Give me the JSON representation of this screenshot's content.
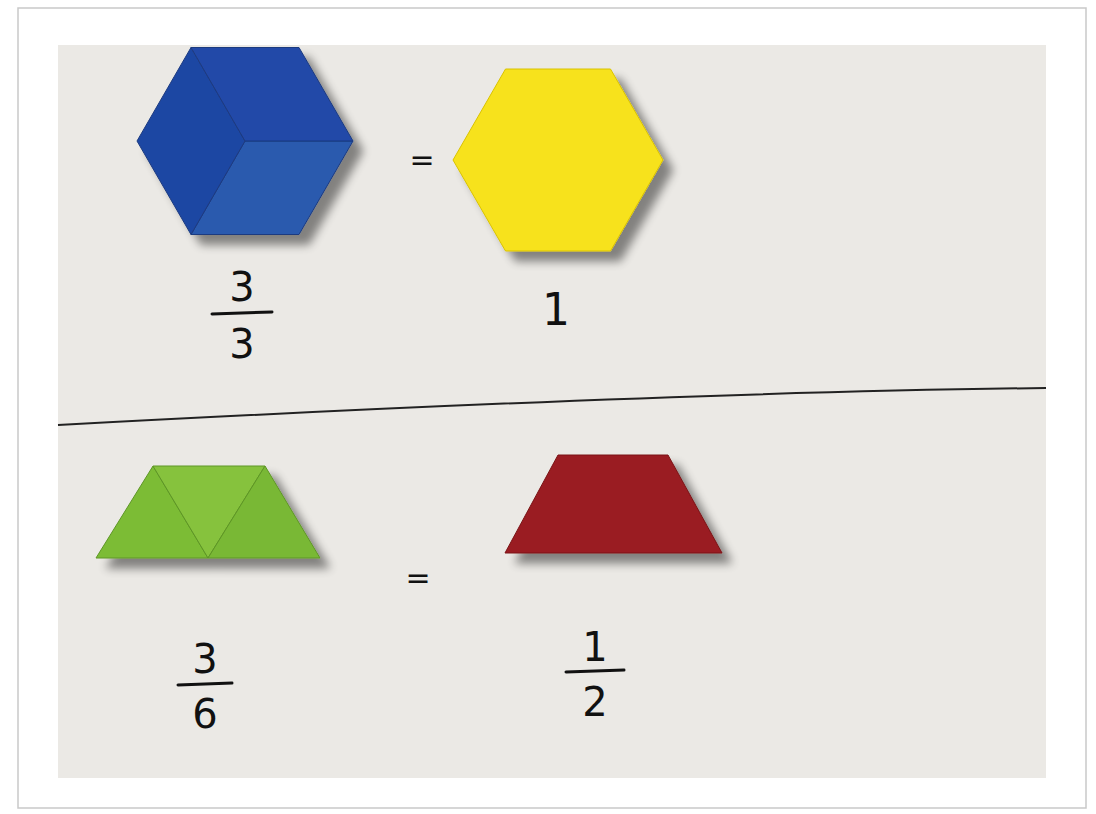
{
  "diagram": {
    "labels": [
      "=",
      "3",
      "3",
      "1",
      "=",
      "3",
      "6",
      "1",
      "2"
    ]
  }
}
